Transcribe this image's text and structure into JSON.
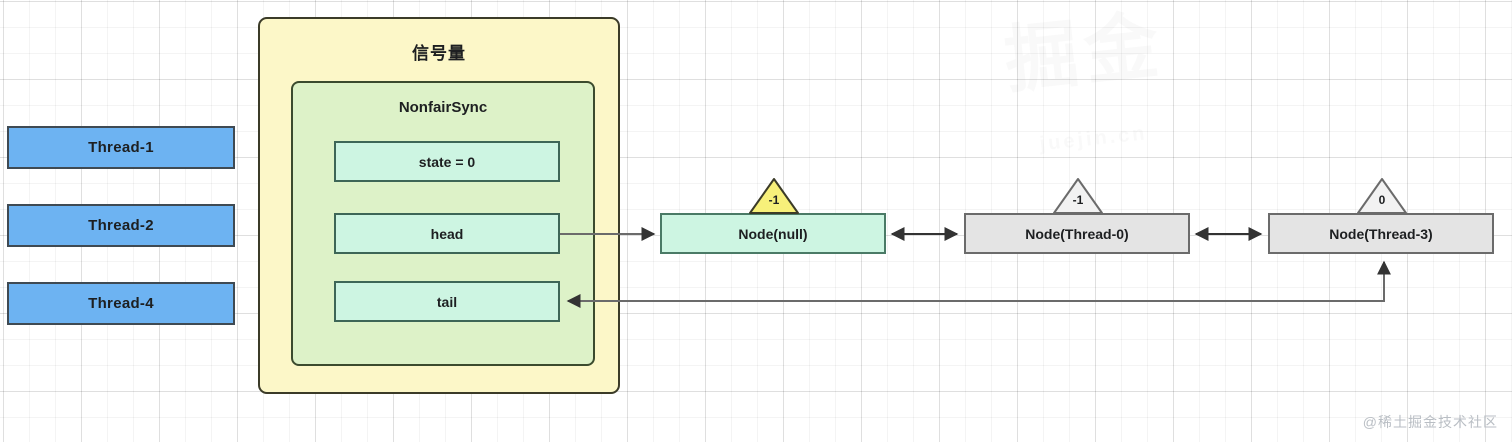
{
  "watermarks": {
    "corner": "@稀土掘金技术社区",
    "center_main": "掘金",
    "center_sub": "juejin.cn"
  },
  "threads": {
    "items": [
      {
        "id": "thread-1",
        "label": "Thread-1"
      },
      {
        "id": "thread-2",
        "label": "Thread-2"
      },
      {
        "id": "thread-3",
        "label": "Thread-4"
      }
    ],
    "fill_color": "#6db3f2",
    "border_color": "#3f4a53"
  },
  "semaphore": {
    "title": "信号量",
    "fill_color": "#fcf7c8",
    "border_color": "#3b3b28",
    "sync": {
      "title": "NonfairSync",
      "fill_color": "#ddf2c8",
      "border_color": "#3b4b2e",
      "fields": [
        {
          "id": "state",
          "label": "state = 0"
        },
        {
          "id": "head",
          "label": "head"
        },
        {
          "id": "tail",
          "label": "tail"
        }
      ],
      "field_fill_color": "#cdf5e2",
      "field_border_color": "#3d6657"
    }
  },
  "queue": {
    "nodes": [
      {
        "id": "node-0",
        "label": "Node(null)",
        "waitstatus": "-1",
        "fill_color": "#cdf5e2",
        "tri_fill_color": "#f7f07a"
      },
      {
        "id": "node-1",
        "label": "Node(Thread-0)",
        "waitstatus": "-1",
        "fill_color": "#e4e4e4",
        "tri_fill_color": "#f2f2f2"
      },
      {
        "id": "node-2",
        "label": "Node(Thread-3)",
        "waitstatus": "0",
        "fill_color": "#e4e4e4",
        "tri_fill_color": "#f2f2f2"
      }
    ],
    "links": [
      {
        "from": "head",
        "to": "node-0",
        "style": "single"
      },
      {
        "from": "node-0",
        "to": "node-1",
        "style": "double"
      },
      {
        "from": "node-1",
        "to": "node-2",
        "style": "double"
      },
      {
        "from": "node-2",
        "to": "tail",
        "style": "single"
      }
    ],
    "arrow_color": "#4d4d4d"
  }
}
